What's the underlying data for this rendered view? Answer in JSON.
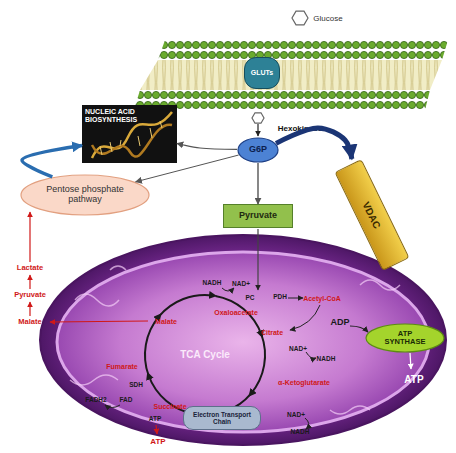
{
  "diagram": {
    "nodes": [
      {
        "text": [
          "GLUTs"
        ]
      },
      {
        "text": [
          "NUCLEIC ACID BIOSYNTHESIS"
        ]
      },
      {
        "text": [
          "G6P"
        ]
      },
      {
        "text": [
          "Pentose phosphate pathway"
        ]
      },
      {
        "text": [
          "Pyruvate"
        ]
      },
      {
        "text": [
          "VDAC"
        ]
      },
      {
        "text": [
          "ATP SYNTHASE"
        ]
      },
      {
        "text": [
          "Electron Transport Chain"
        ]
      }
    ],
    "edges": [
      {
        "from": 2,
        "to": 1,
        "arrow": "to"
      },
      {
        "from": 2,
        "to": 3,
        "arrow": "to"
      },
      {
        "from": 3,
        "to": 1,
        "arrow": "to"
      },
      {
        "from": 2,
        "to": 4,
        "arrow": "to"
      },
      {
        "from": 2,
        "to": 5,
        "arrow": "to"
      }
    ],
    "labels": [
      "Glucose",
      "Hexokinase",
      "Lactate",
      "Pyruvate",
      "Malate",
      "NADH",
      "NAD+",
      "PC",
      "PDH",
      "Acetyl-CoA",
      "Oxaloacetate",
      "Citrate",
      "Malate",
      "Fumarate",
      "SDH",
      "FADH2",
      "FAD",
      "Succinate",
      "ATP",
      "α-Ketoglutarate",
      "NAD+",
      "NADH",
      "NAD+",
      "NADH",
      "TCA Cycle",
      "ADP",
      "ATP",
      "ATP"
    ]
  }
}
